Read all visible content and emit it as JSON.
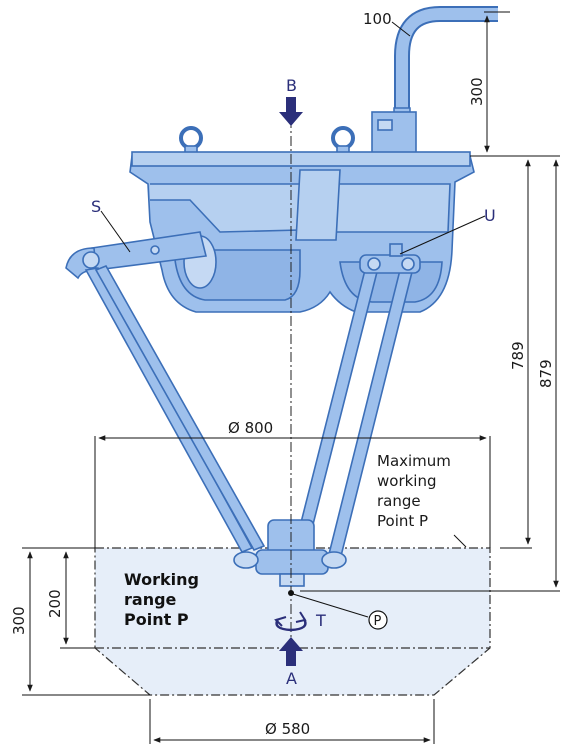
{
  "labels": {
    "cable": "100",
    "point_b": "B",
    "point_s": "S",
    "point_u": "U",
    "point_t": "T",
    "point_a": "A",
    "point_p": "P"
  },
  "dimensions": {
    "cable_height": "300",
    "height_789": "789",
    "height_879": "879",
    "diameter_800": "Ø 800",
    "diameter_580": "Ø 580",
    "range_height_300": "300",
    "range_height_200": "200"
  },
  "notes": {
    "max_range_1": "Maximum",
    "max_range_2": "working",
    "max_range_3": "range",
    "max_range_4": "Point P",
    "work_range_1": "Working",
    "work_range_2": "range",
    "work_range_3": "Point P"
  },
  "colors": {
    "robot_fill": "#9ec0ec",
    "robot_stroke": "#3c6fb8",
    "accent": "#2b2f7a",
    "range_fill": "#e6eef9"
  }
}
